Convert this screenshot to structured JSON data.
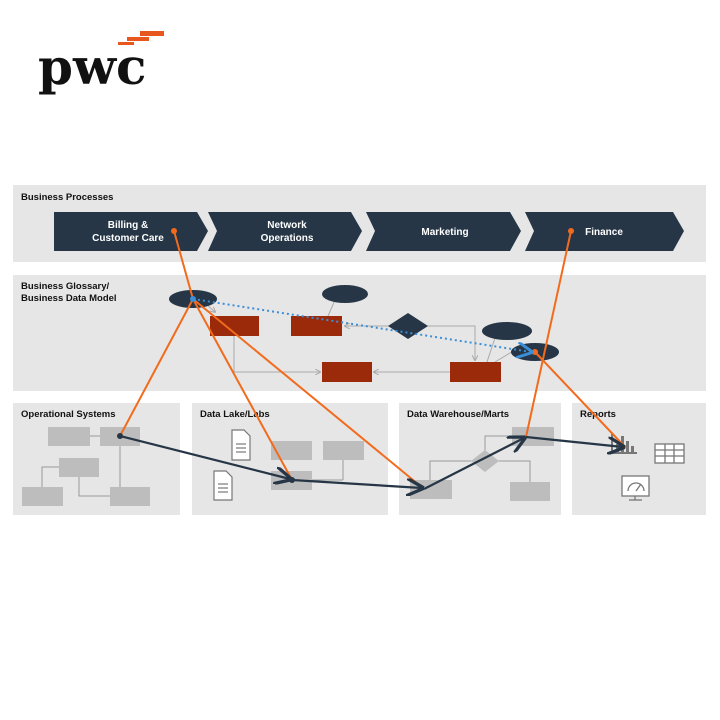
{
  "logo": {
    "text": "pwc",
    "accent": "#e8571e"
  },
  "layers": {
    "business_processes": {
      "title": "Business Processes",
      "steps": [
        {
          "line1": "Billing &",
          "line2": "Customer Care"
        },
        {
          "line1": "Network",
          "line2": "Operations"
        },
        {
          "line1": "Marketing",
          "line2": ""
        },
        {
          "line1": "Finance",
          "line2": ""
        }
      ]
    },
    "glossary": {
      "line1": "Business Glossary/",
      "line2": "Business Data Model"
    },
    "operational": {
      "title": "Operational Systems"
    },
    "data_lake": {
      "title": "Data Lake/Labs"
    },
    "warehouse": {
      "title": "Data Warehouse/Marts"
    },
    "reports": {
      "title": "Reports"
    }
  },
  "colors": {
    "navy": "#263646",
    "orange": "#f26b1d",
    "rust": "#9b2a0a",
    "panel": "#e6e6e6",
    "block": "#bdbdbd",
    "blue": "#3b8fd9"
  }
}
